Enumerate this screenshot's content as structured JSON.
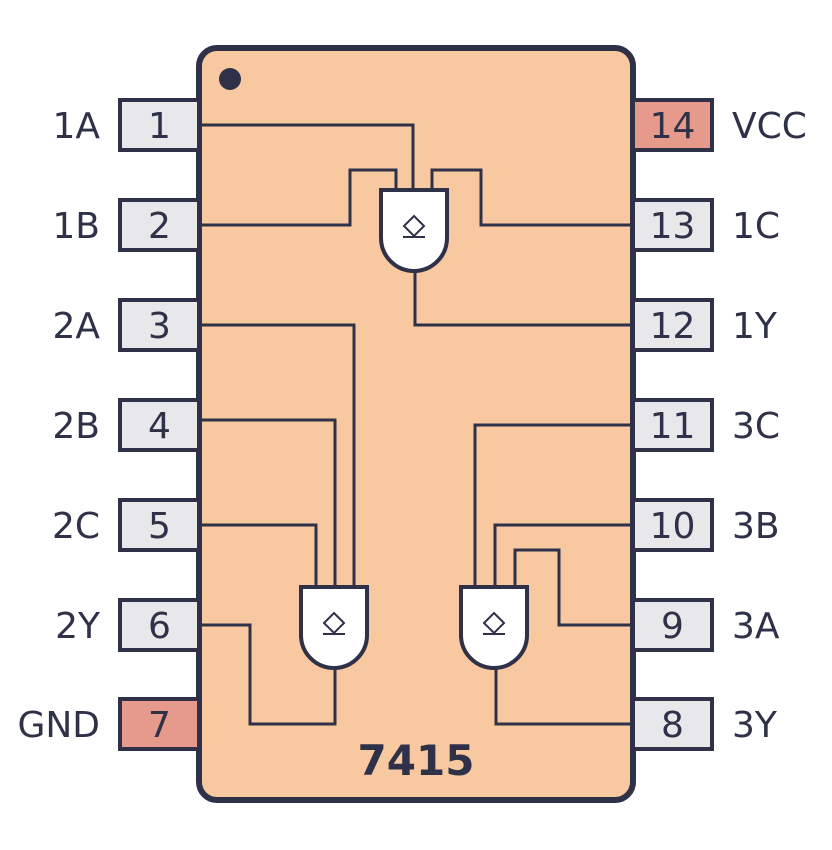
{
  "chip": {
    "name": "7415",
    "body_color": "#f8c9a0",
    "outline_color": "#2e3148",
    "pin_color": "#e8e8ea",
    "power_pin_color": "#e59a8c"
  },
  "pins": [
    {
      "number": "1",
      "label": "1A",
      "side": "left",
      "type": "signal"
    },
    {
      "number": "2",
      "label": "1B",
      "side": "left",
      "type": "signal"
    },
    {
      "number": "3",
      "label": "2A",
      "side": "left",
      "type": "signal"
    },
    {
      "number": "4",
      "label": "2B",
      "side": "left",
      "type": "signal"
    },
    {
      "number": "5",
      "label": "2C",
      "side": "left",
      "type": "signal"
    },
    {
      "number": "6",
      "label": "2Y",
      "side": "left",
      "type": "signal"
    },
    {
      "number": "7",
      "label": "GND",
      "side": "left",
      "type": "power"
    },
    {
      "number": "14",
      "label": "VCC",
      "side": "right",
      "type": "power"
    },
    {
      "number": "13",
      "label": "1C",
      "side": "right",
      "type": "signal"
    },
    {
      "number": "12",
      "label": "1Y",
      "side": "right",
      "type": "signal"
    },
    {
      "number": "11",
      "label": "3C",
      "side": "right",
      "type": "signal"
    },
    {
      "number": "10",
      "label": "3B",
      "side": "right",
      "type": "signal"
    },
    {
      "number": "9",
      "label": "3A",
      "side": "right",
      "type": "signal"
    },
    {
      "number": "8",
      "label": "3Y",
      "side": "right",
      "type": "signal"
    }
  ],
  "gates": [
    {
      "id": "gate-1",
      "type": "AND",
      "inputs": [
        "1A",
        "1B",
        "1C"
      ],
      "output": "1Y",
      "symbol": "open-collector"
    },
    {
      "id": "gate-2",
      "type": "AND",
      "inputs": [
        "2A",
        "2B",
        "2C"
      ],
      "output": "2Y",
      "symbol": "open-collector"
    },
    {
      "id": "gate-3",
      "type": "AND",
      "inputs": [
        "3A",
        "3B",
        "3C"
      ],
      "output": "3Y",
      "symbol": "open-collector"
    }
  ]
}
